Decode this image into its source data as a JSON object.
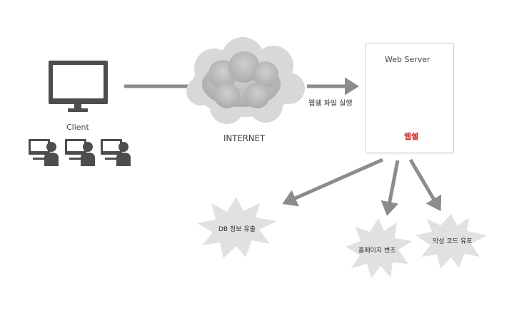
{
  "diagram": {
    "client": {
      "label": "Client"
    },
    "internet": {
      "label": "INTERNET"
    },
    "arrow": {
      "label": "웹쉘 파일 실행"
    },
    "server": {
      "title": "Web Server",
      "subtitle": "웹쉘"
    },
    "threats": [
      {
        "label": "DB 정보 유출"
      },
      {
        "label": "홈페이지 변조"
      },
      {
        "label": "악성 코드 유포"
      }
    ],
    "colors": {
      "icon": "#4d4d4d",
      "arrow": "#8c8c8c",
      "cloud": "#bdbdbd",
      "burst": "#e1e1e1",
      "accent": "#e0241b"
    }
  }
}
